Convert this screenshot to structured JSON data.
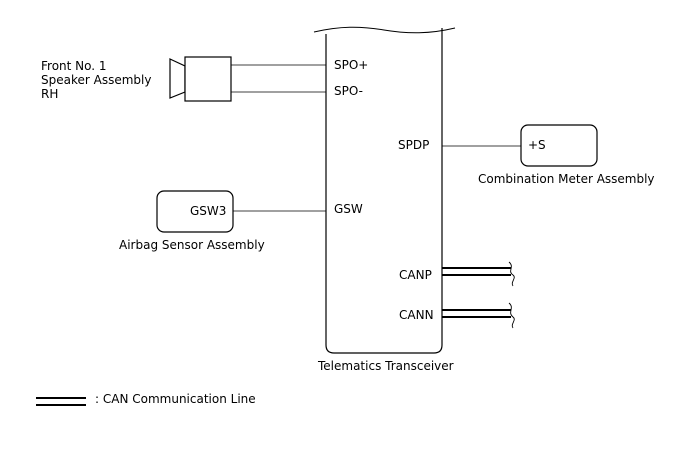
{
  "speaker": {
    "name_line1": "Front No. 1",
    "name_line2": "Speaker Assembly",
    "name_line3": "RH"
  },
  "transceiver": {
    "name": "Telematics Transceiver",
    "pins": {
      "spo_plus": "SPO+",
      "spo_minus": "SPO-",
      "spdp": "SPDP",
      "gsw": "GSW",
      "canp": "CANP",
      "cann": "CANN"
    }
  },
  "combination_meter": {
    "name": "Combination Meter Assembly",
    "pin": "+S"
  },
  "airbag_sensor": {
    "name": "Airbag Sensor Assembly",
    "pin": "GSW3"
  },
  "legend": {
    "can_line": ": CAN Communication Line"
  }
}
